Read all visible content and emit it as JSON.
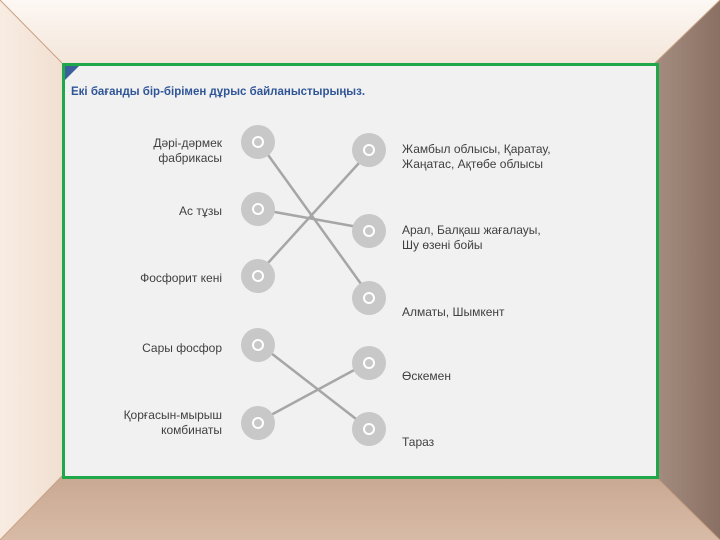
{
  "slide": {
    "instruction": "Екі бағанды бір-бірімен дұрыс байланыстырыңыз.",
    "left_items": [
      {
        "label": "Дәрі-дәрмек фабрикасы"
      },
      {
        "label": "Ас тұзы"
      },
      {
        "label": "Фосфорит кені"
      },
      {
        "label": "Сары фосфор"
      },
      {
        "label": "Қорғасын-мырыш комбинаты"
      }
    ],
    "right_items": [
      {
        "label": "Жамбыл облысы, Қаратау, Жаңатас, Ақтөбе облысы"
      },
      {
        "label": "Арал, Балқаш жағалауы, Шу өзені бойы"
      },
      {
        "label": "Алматы, Шымкент"
      },
      {
        "label": "Өскемен"
      },
      {
        "label": "Тараз"
      }
    ],
    "connections": [
      [
        0,
        2
      ],
      [
        1,
        1
      ],
      [
        2,
        0
      ],
      [
        3,
        4
      ],
      [
        4,
        3
      ]
    ],
    "colors": {
      "panel_border": "#1fa84a",
      "instruction_text": "#2f5597",
      "circle": "#c8c8c8",
      "line": "#a6a6a6"
    }
  }
}
